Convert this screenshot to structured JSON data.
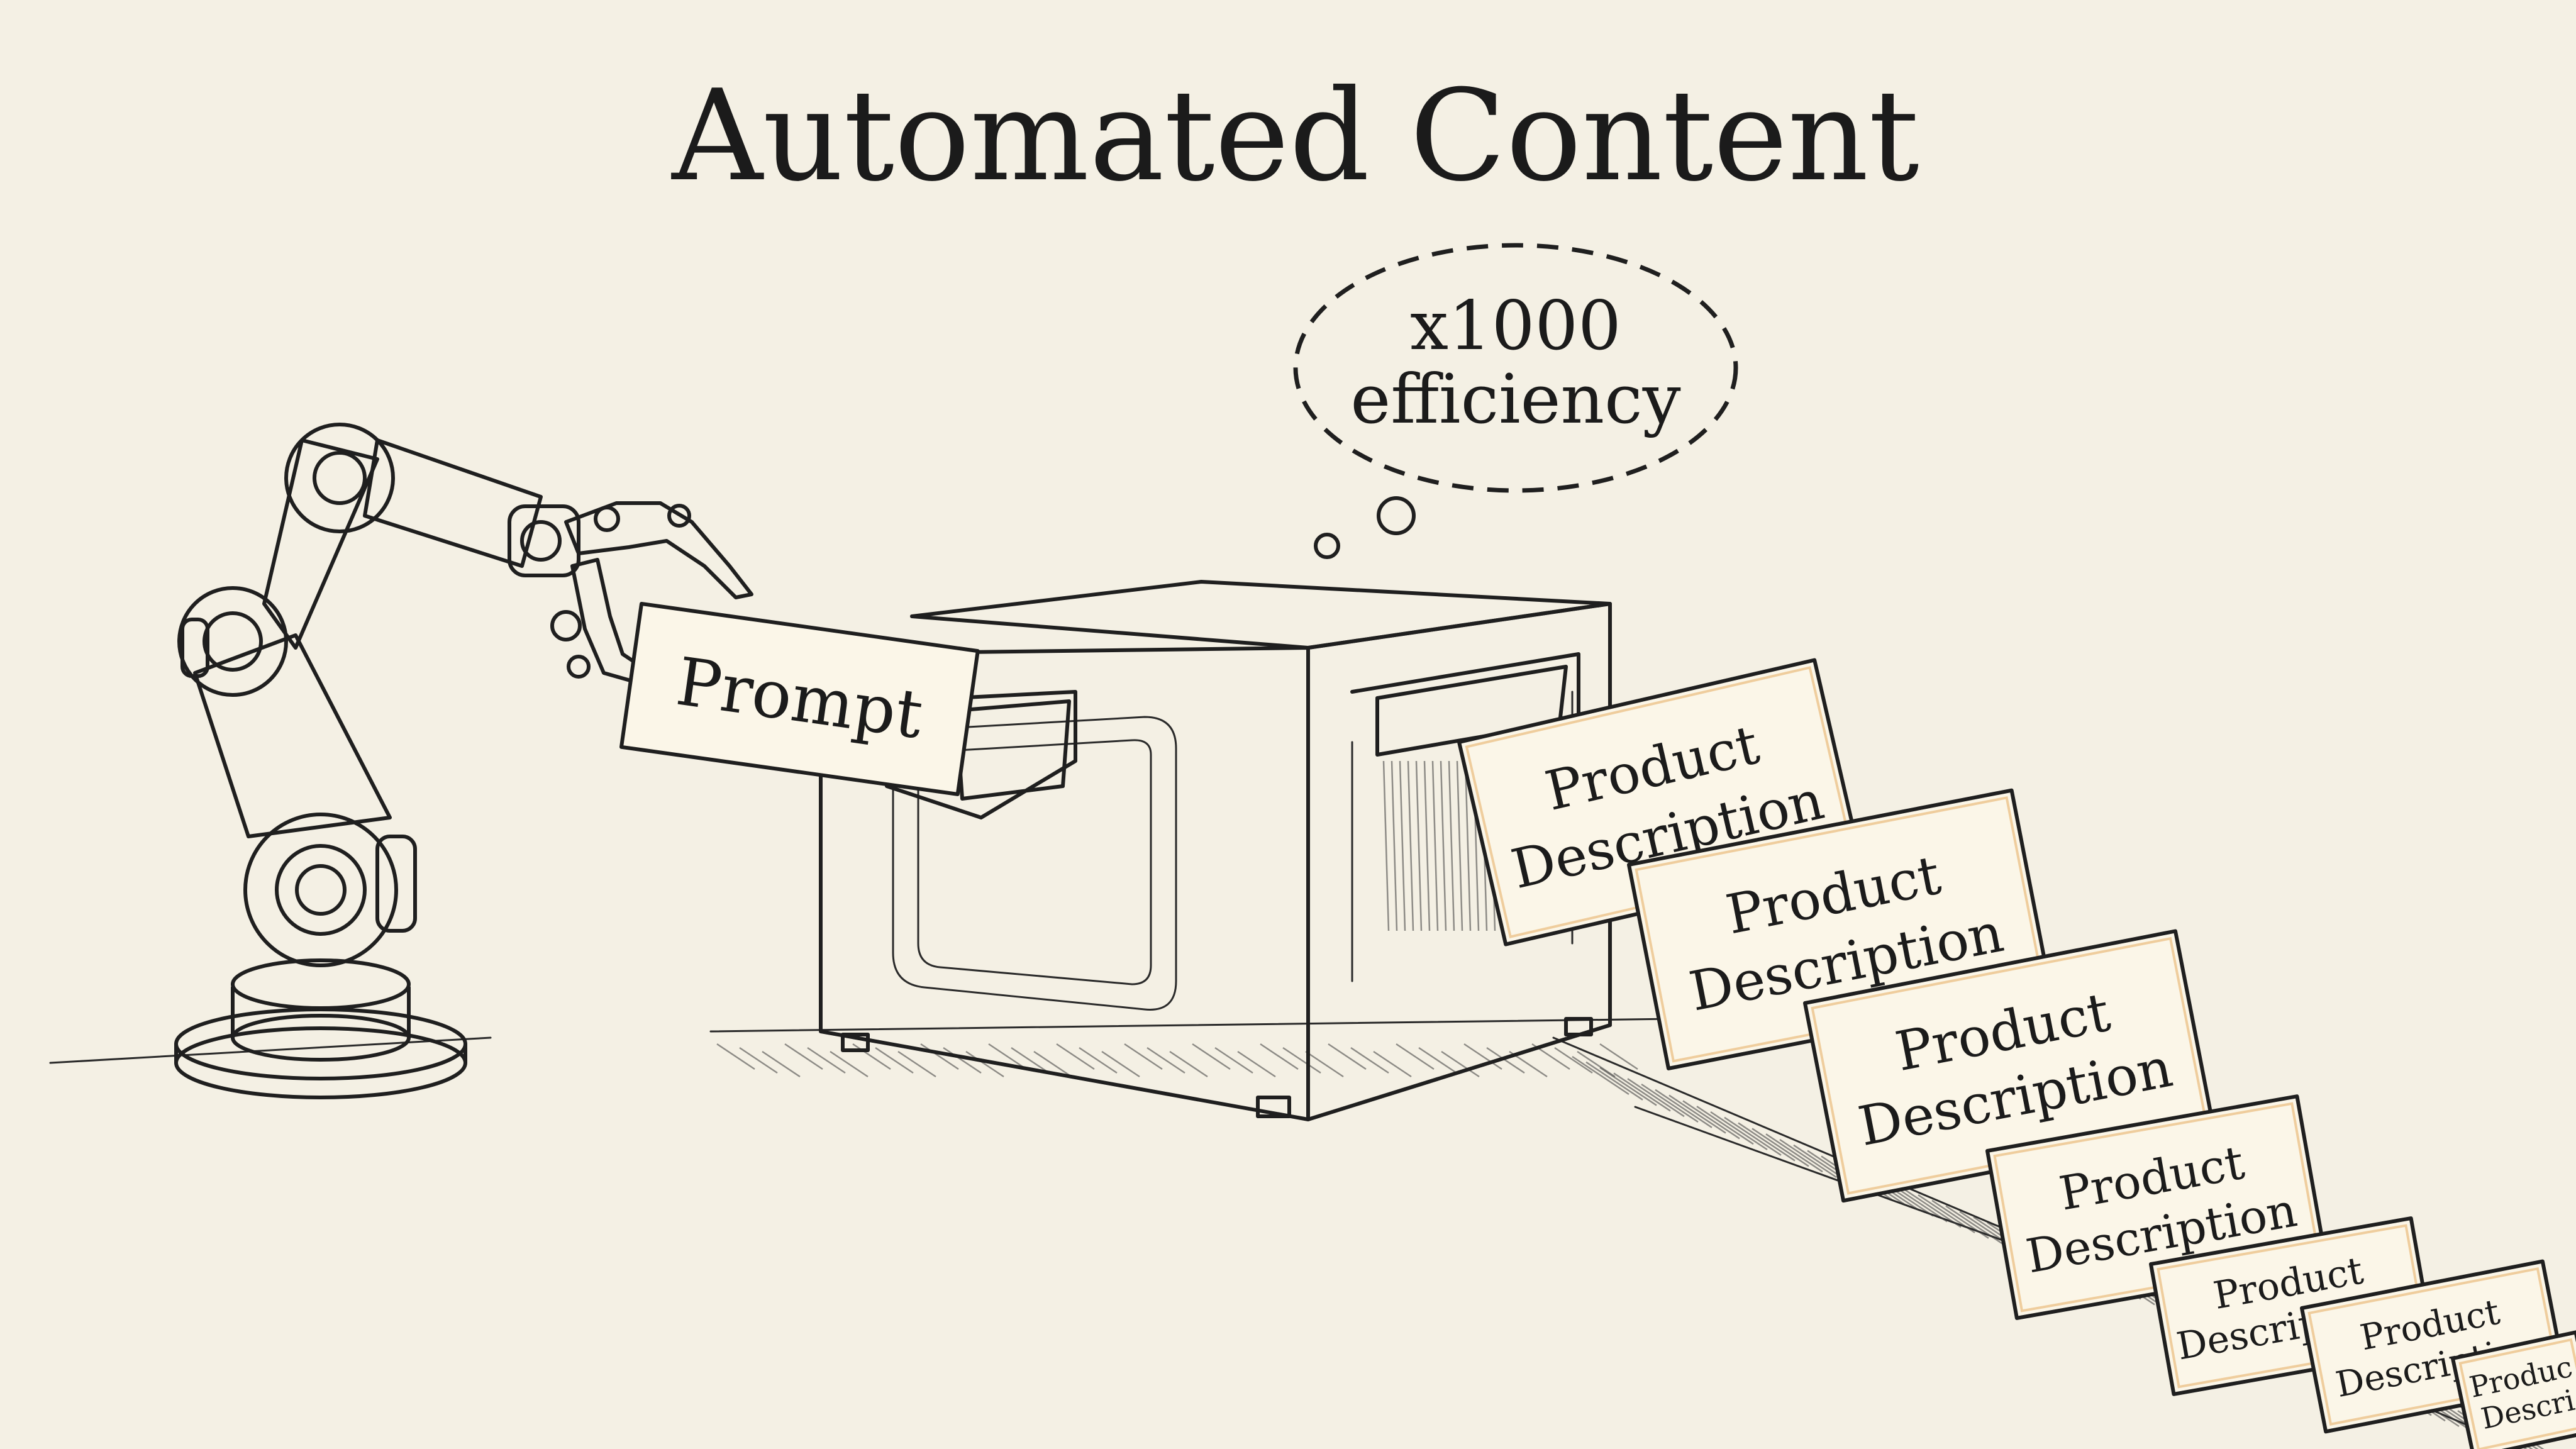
{
  "title": "Automated Content",
  "thought_bubble": {
    "line1": "x1000",
    "line2": "efficiency"
  },
  "prompt_card": "Prompt",
  "output_cards": [
    {
      "line1": "Product",
      "line2": "Description"
    },
    {
      "line1": "Product",
      "line2": "Description"
    },
    {
      "line1": "Product",
      "line2": "Description"
    },
    {
      "line1": "Product",
      "line2": "Description"
    },
    {
      "line1": "Product",
      "line2": "Descriptions"
    },
    {
      "line1": "Product",
      "line2": "Description"
    },
    {
      "line1": "Produc",
      "line2": "Descri"
    }
  ],
  "colors": {
    "background": "#f4f0e4",
    "ink": "#1f1f1f",
    "card_fill": "#fbf6e8",
    "card_accent": "#e8b36a"
  }
}
